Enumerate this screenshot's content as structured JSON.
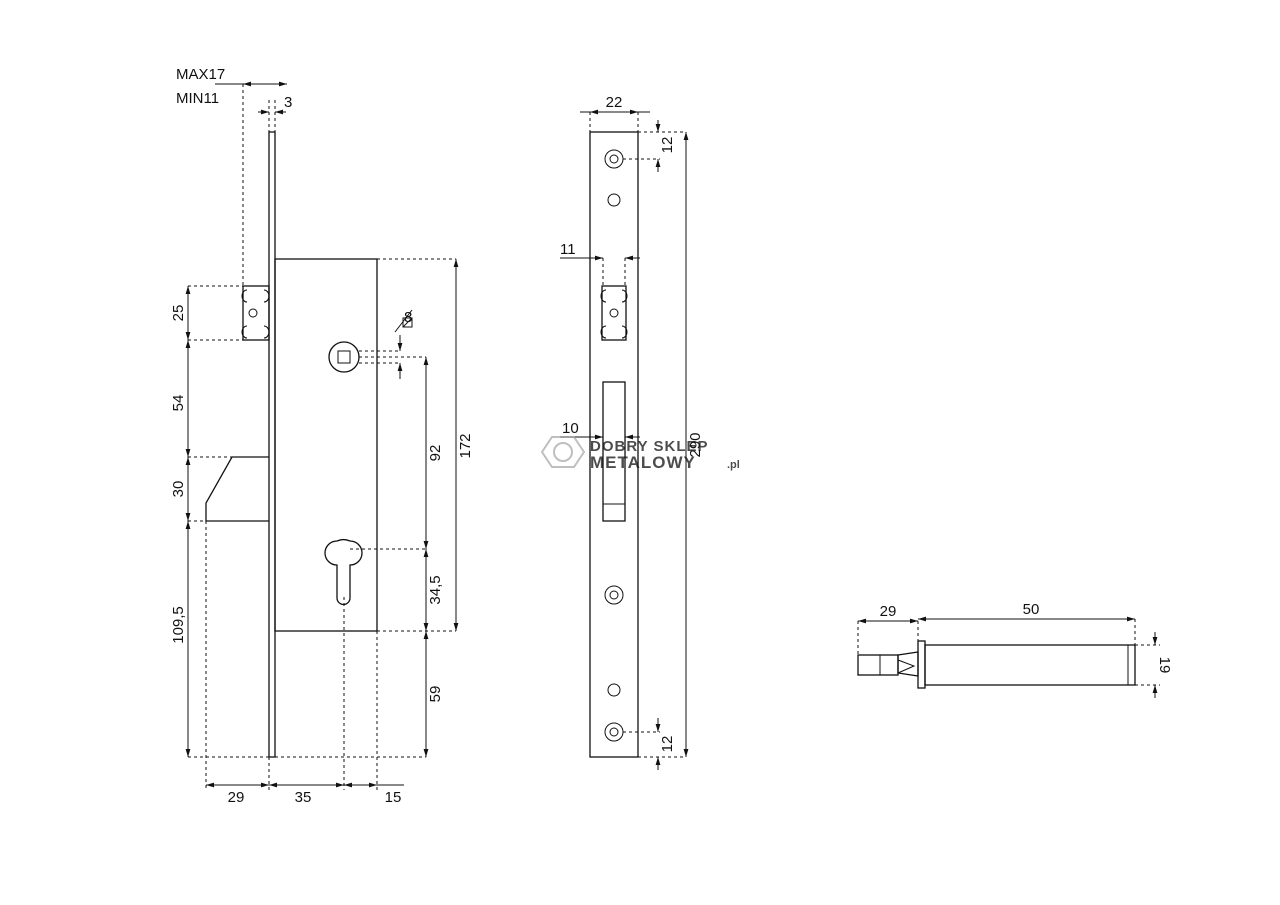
{
  "labels": {
    "max": "MAX17",
    "min": "MIN11",
    "d3": "3",
    "d25": "25",
    "d54": "54",
    "d30": "30",
    "d109": "109,5",
    "d29b": "29",
    "d35": "35",
    "d15": "15",
    "d8": "8",
    "d92": "92",
    "d172": "172",
    "d345": "34,5",
    "d59": "59",
    "d22": "22",
    "d12t": "12",
    "d11": "11",
    "d10": "10",
    "d290": "290",
    "d12b": "12",
    "d29r": "29",
    "d50": "50",
    "d19": "19"
  },
  "watermark": {
    "line1": "DOBRY SKLEP",
    "line2": "METALOWY",
    "suffix": ".pl",
    "color_dark": "#9a9a9a",
    "color_orange": "#f0a040"
  }
}
